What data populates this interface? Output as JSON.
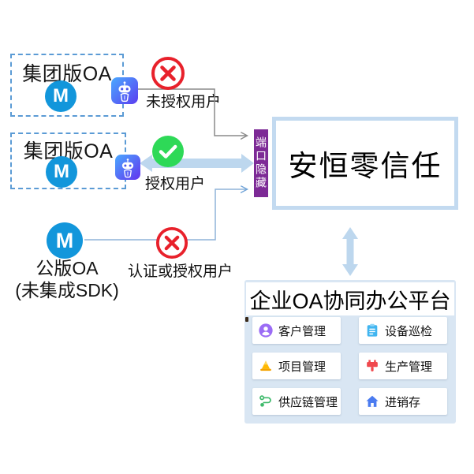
{
  "nodes": {
    "group_oa_1": {
      "label": "集团版OA",
      "logo_letter": "M"
    },
    "group_oa_2": {
      "label": "集团版OA",
      "logo_letter": "M"
    },
    "public_oa": {
      "label": "公版OA",
      "sublabel": "(未集成SDK)",
      "logo_letter": "M"
    },
    "port_hide": {
      "label": "端口隐藏"
    },
    "zero_trust": {
      "label": "安恒零信任"
    }
  },
  "edges": {
    "unauthorized": {
      "label": "未授权用户",
      "status": "blocked"
    },
    "authorized": {
      "label": "授权用户",
      "status": "allowed"
    },
    "auth_or_authorized": {
      "label": "认证或授权用户",
      "status": "blocked"
    }
  },
  "platform": {
    "title": "企业OA协同办公平台",
    "items": [
      {
        "label": "客户管理",
        "icon": "user-icon",
        "color": "#9b6cf5"
      },
      {
        "label": "设备巡检",
        "icon": "clipboard-icon",
        "color": "#41b5f0"
      },
      {
        "label": "项目管理",
        "icon": "cone-icon",
        "color": "#ffb900"
      },
      {
        "label": "生产管理",
        "icon": "brush-icon",
        "color": "#f0484d"
      },
      {
        "label": "供应链管理",
        "icon": "supply-chain-icon",
        "color": "#3db96a"
      },
      {
        "label": "进销存",
        "icon": "home-icon",
        "color": "#4a7bf0"
      }
    ]
  },
  "colors": {
    "logo_blue": "#1296db",
    "dashed_border": "#5b9bd5",
    "blocked_red": "#e8212b",
    "allowed_green": "#2ed957",
    "port_bar_purple": "#7d2a96",
    "zero_trust_border": "#c3daf0",
    "thick_arrow": "#bdd7ee",
    "gray_line": "#8a8a8a",
    "blue_line": "#8fb4d9",
    "platform_bg": "#d9e6f3",
    "robot_gradient_start": "#4aa9ff",
    "robot_gradient_end": "#5b3df0"
  }
}
